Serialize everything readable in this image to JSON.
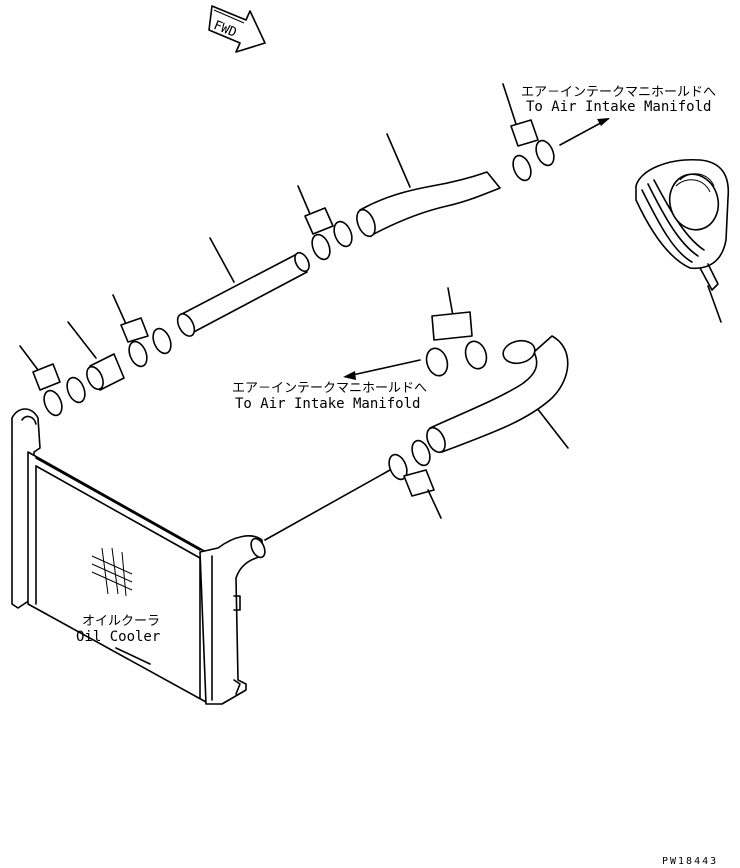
{
  "fwd_arrow": {
    "label": "FWD"
  },
  "labels": {
    "intake_top_jp": "エア－インテークマニホールドへ",
    "intake_top_en": "To Air Intake Manifold",
    "intake_mid_jp": "エア－インテークマニホールドへ",
    "intake_mid_en": "To Air Intake Manifold",
    "oil_cooler_jp": "オイルクーラ",
    "oil_cooler_en": "Oil Cooler"
  },
  "drawing_code": "PW18443"
}
